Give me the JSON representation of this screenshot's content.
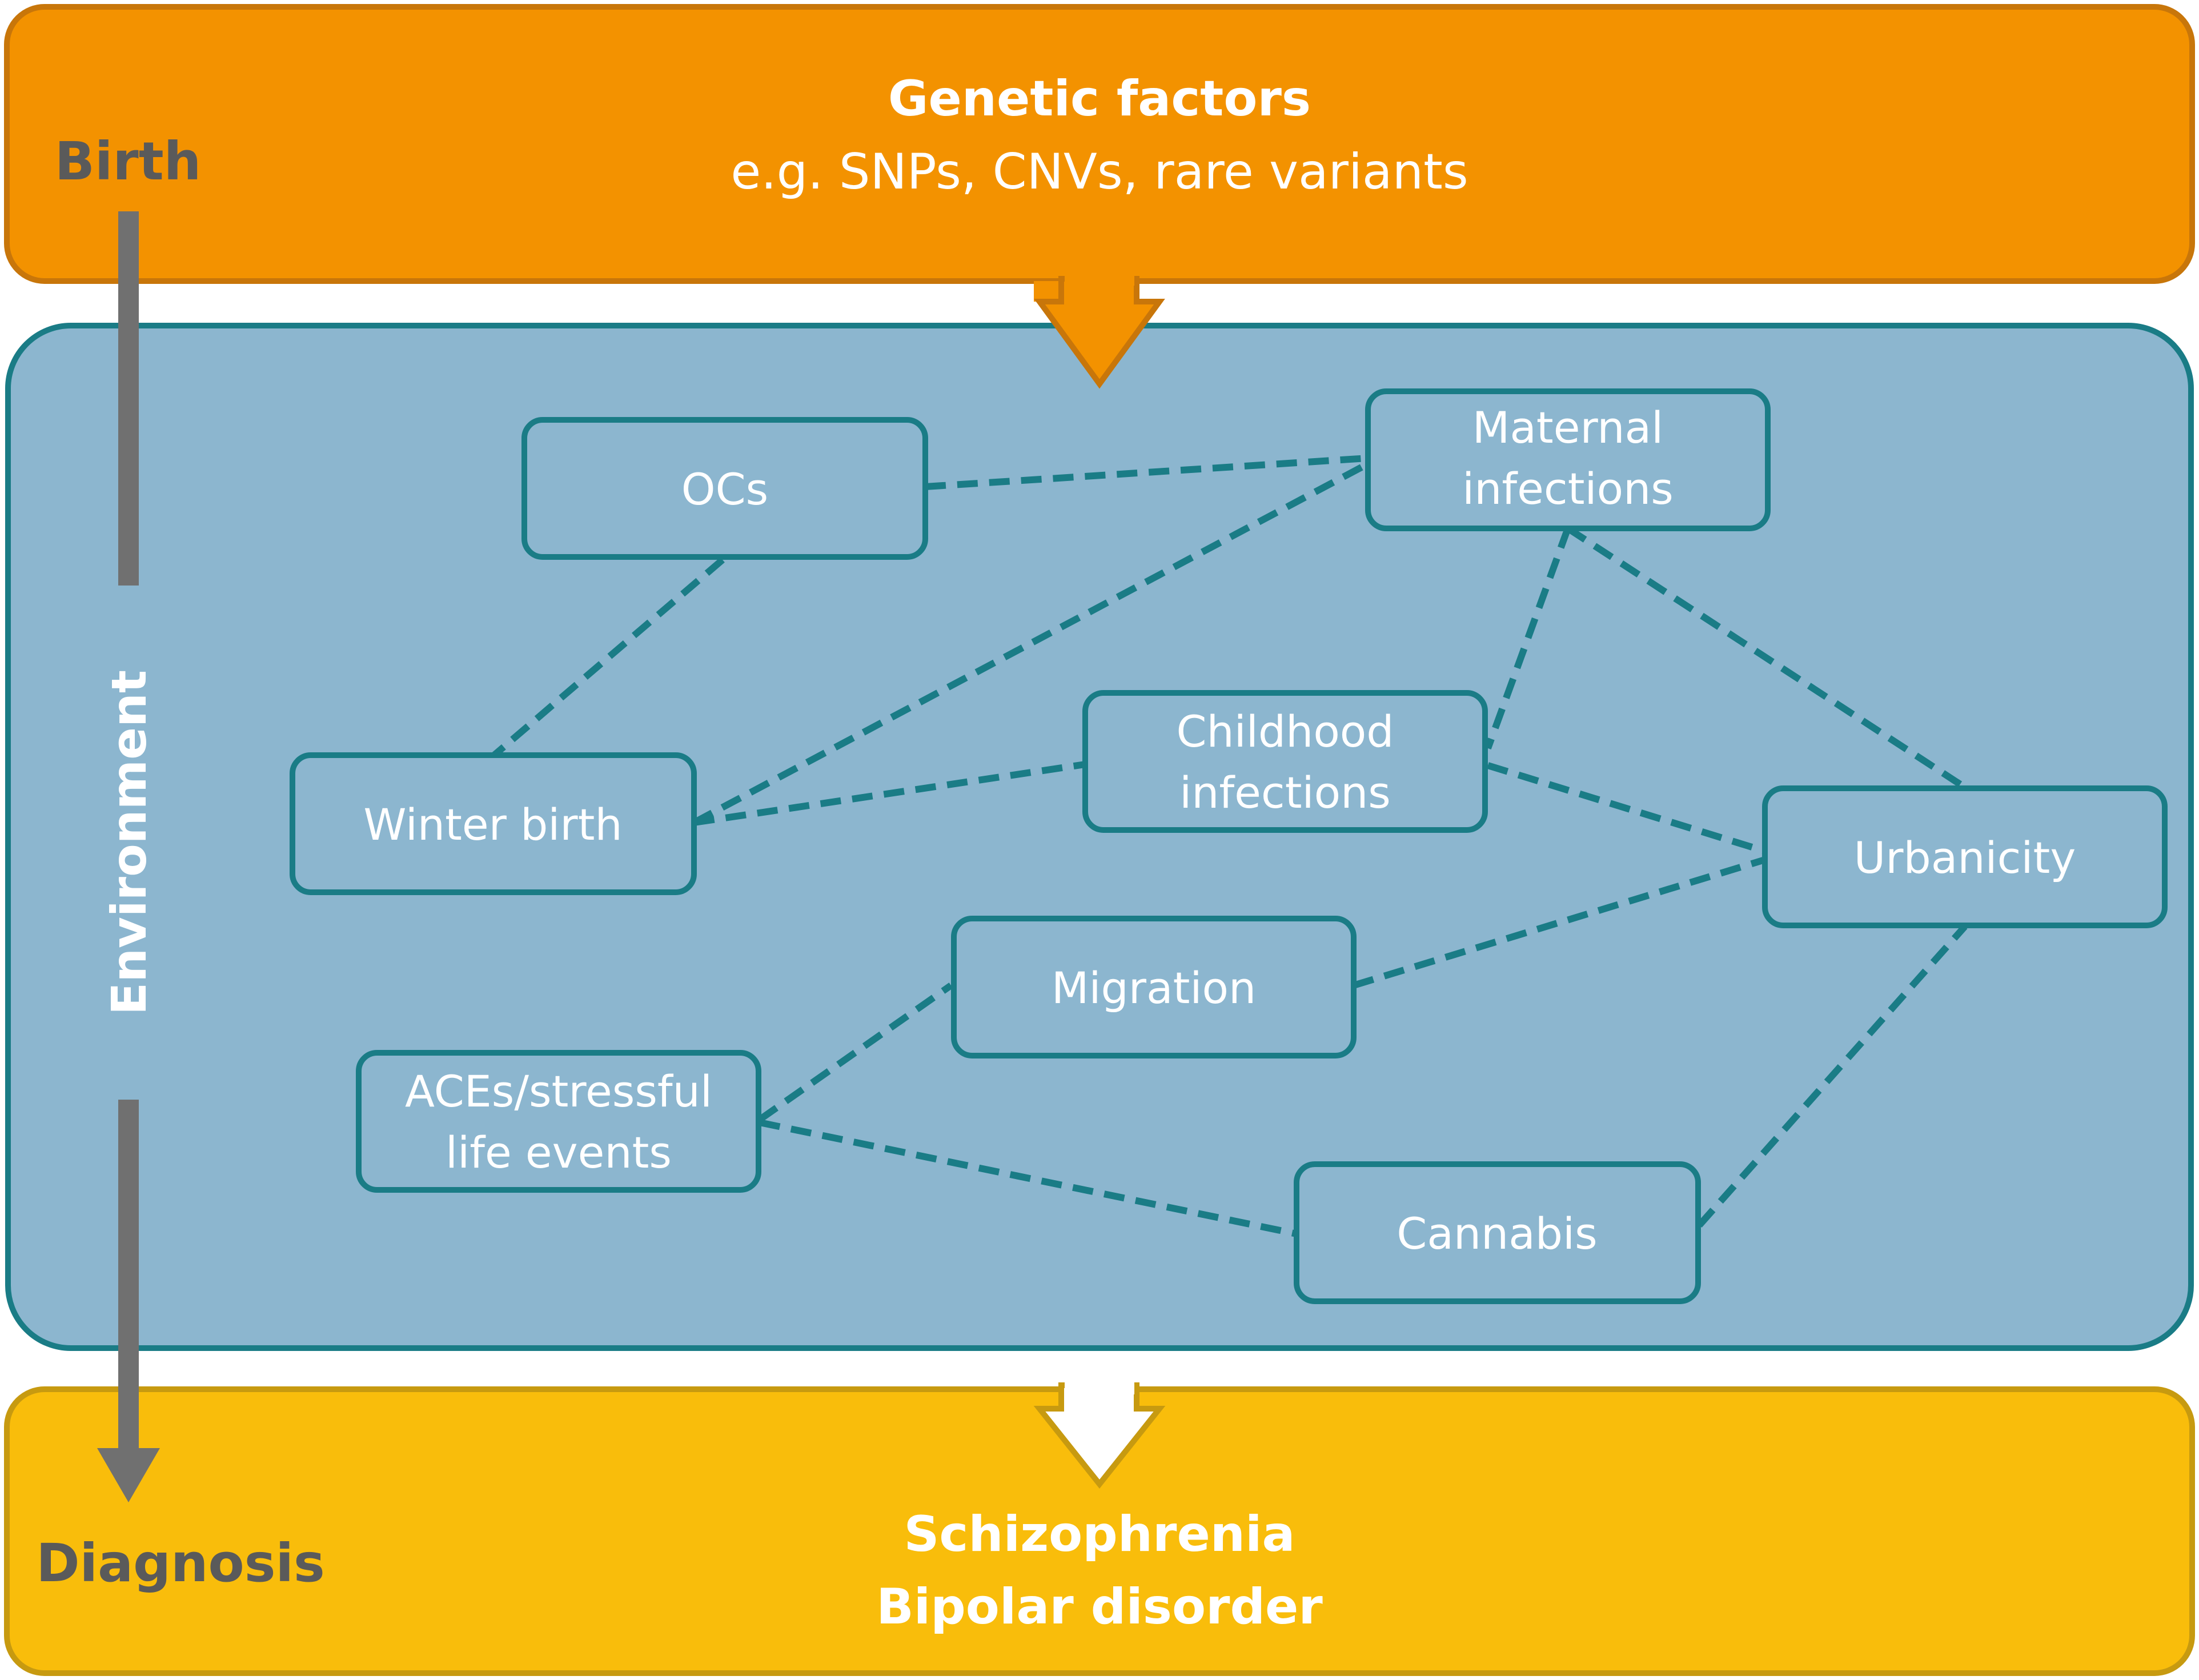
{
  "genetic": {
    "title": "Genetic factors",
    "subtitle": "e.g. SNPs, CNVs, rare variants"
  },
  "timeline": {
    "start_label": "Birth",
    "middle_label": "Environment",
    "end_label": "Diagnosis"
  },
  "outcome": {
    "line1": "Schizophrenia",
    "line2": "Bipolar disorder"
  },
  "factors": {
    "ocs": [
      "OCs"
    ],
    "maternal_infections": [
      "Maternal",
      "infections"
    ],
    "winter_birth": [
      "Winter birth"
    ],
    "childhood_infections": [
      "Childhood",
      "infections"
    ],
    "urbanicity": [
      "Urbanicity"
    ],
    "migration": [
      "Migration"
    ],
    "aces": [
      "ACEs/stressful",
      "life events"
    ],
    "cannabis": [
      "Cannabis"
    ]
  },
  "links": [
    [
      "ocs",
      "maternal_infections"
    ],
    [
      "ocs",
      "winter_birth"
    ],
    [
      "winter_birth",
      "maternal_infections"
    ],
    [
      "winter_birth",
      "childhood_infections"
    ],
    [
      "maternal_infections",
      "childhood_infections"
    ],
    [
      "maternal_infections",
      "urbanicity"
    ],
    [
      "childhood_infections",
      "urbanicity"
    ],
    [
      "migration",
      "urbanicity"
    ],
    [
      "aces",
      "migration"
    ],
    [
      "aces",
      "cannabis"
    ],
    [
      "cannabis",
      "urbanicity"
    ]
  ],
  "colors": {
    "genetic_fill": "#f39200",
    "genetic_border": "#c8760a",
    "environment_fill": "#8cb6cf",
    "environment_border": "#1a7c86",
    "node_border": "#1a7c86",
    "link": "#1a7c86",
    "outcome_fill": "#f9bd0b",
    "outcome_border": "#c79a10",
    "timeline": "#707070",
    "text_light": "#ffffff",
    "text_dark": "#5a5a5a"
  }
}
